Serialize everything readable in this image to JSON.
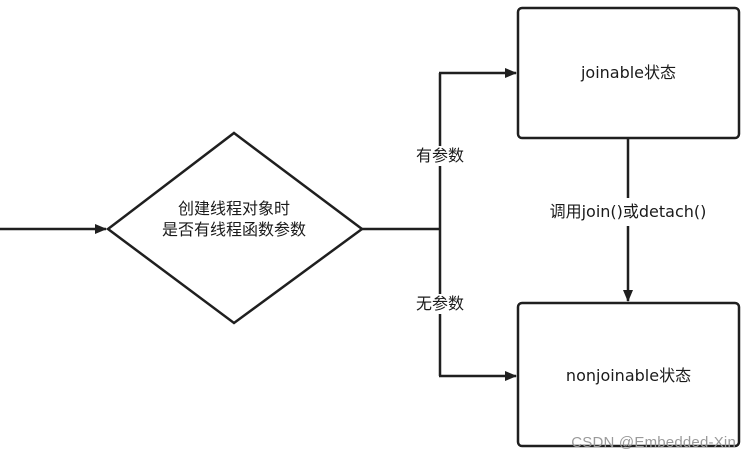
{
  "diagram": {
    "decision_line1": "创建线程对象时",
    "decision_line2": "是否有线程函数参数",
    "state_top": "joinable状态",
    "state_bottom": "nonjoinable状态",
    "branch_yes": "有参数",
    "branch_no": "无参数",
    "transition": "调用join()或detach()"
  },
  "watermark": "CSDN @Embedded-Xin",
  "colors": {
    "stroke": "#1f1f1f",
    "fill": "#ffffff",
    "text": "#1a1a1a"
  }
}
